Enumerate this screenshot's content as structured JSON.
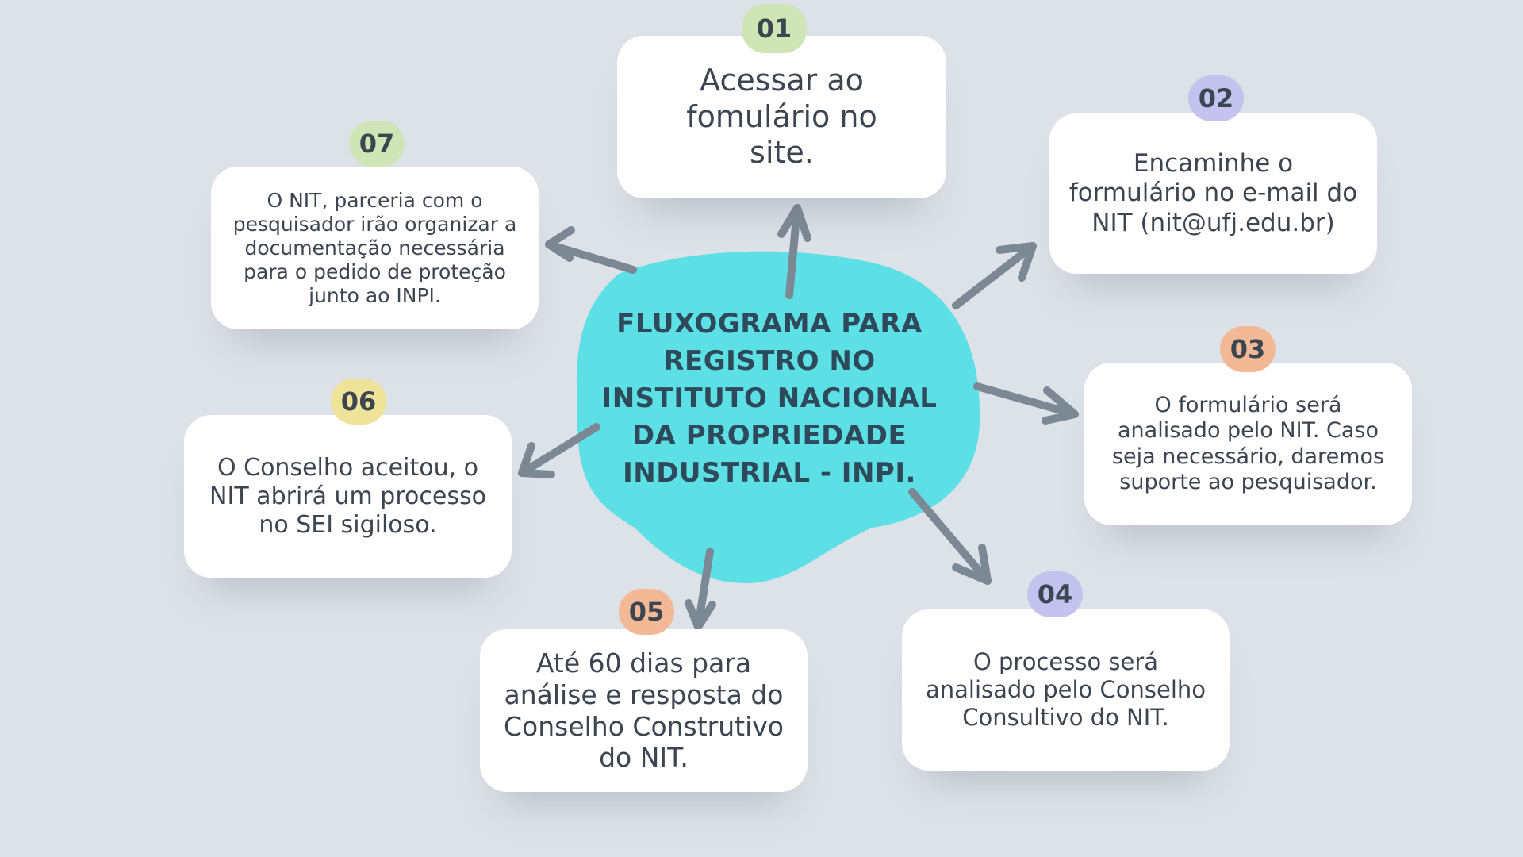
{
  "center": {
    "title": "FLUXOGRAMA PARA REGISTRO NO INSTITUTO NACIONAL DA PROPRIEDADE INDUSTRIAL - INPI.",
    "color": "#5ce0e6"
  },
  "steps": [
    {
      "number": "01",
      "text": "Acessar ao fomulário no site.",
      "badge_color": "#cfe5b5"
    },
    {
      "number": "02",
      "text": "Encaminhe o formulário no e-mail do NIT (nit@ufj.edu.br)",
      "badge_color": "#c3c3ef"
    },
    {
      "number": "03",
      "text": "O formulário será analisado pelo NIT. Caso seja necessário, daremos suporte ao pesquisador.",
      "badge_color": "#f3b896"
    },
    {
      "number": "04",
      "text": "O processo será analisado pelo Conselho Consultivo do NIT.",
      "badge_color": "#c3c3ef"
    },
    {
      "number": "05",
      "text": "Até 60 dias para análise e resposta do Conselho Construtivo do NIT.",
      "badge_color": "#f3b896"
    },
    {
      "number": "06",
      "text": "O Conselho aceitou, o NIT abrirá um processo no SEI sigiloso.",
      "badge_color": "#efe39a"
    },
    {
      "number": "07",
      "text": "O NIT, parceria com o pesquisador irão organizar a documentação necessária para o pedido de proteção junto ao INPI.",
      "badge_color": "#cfe5b5"
    }
  ],
  "arrow_color": "#7c8893"
}
